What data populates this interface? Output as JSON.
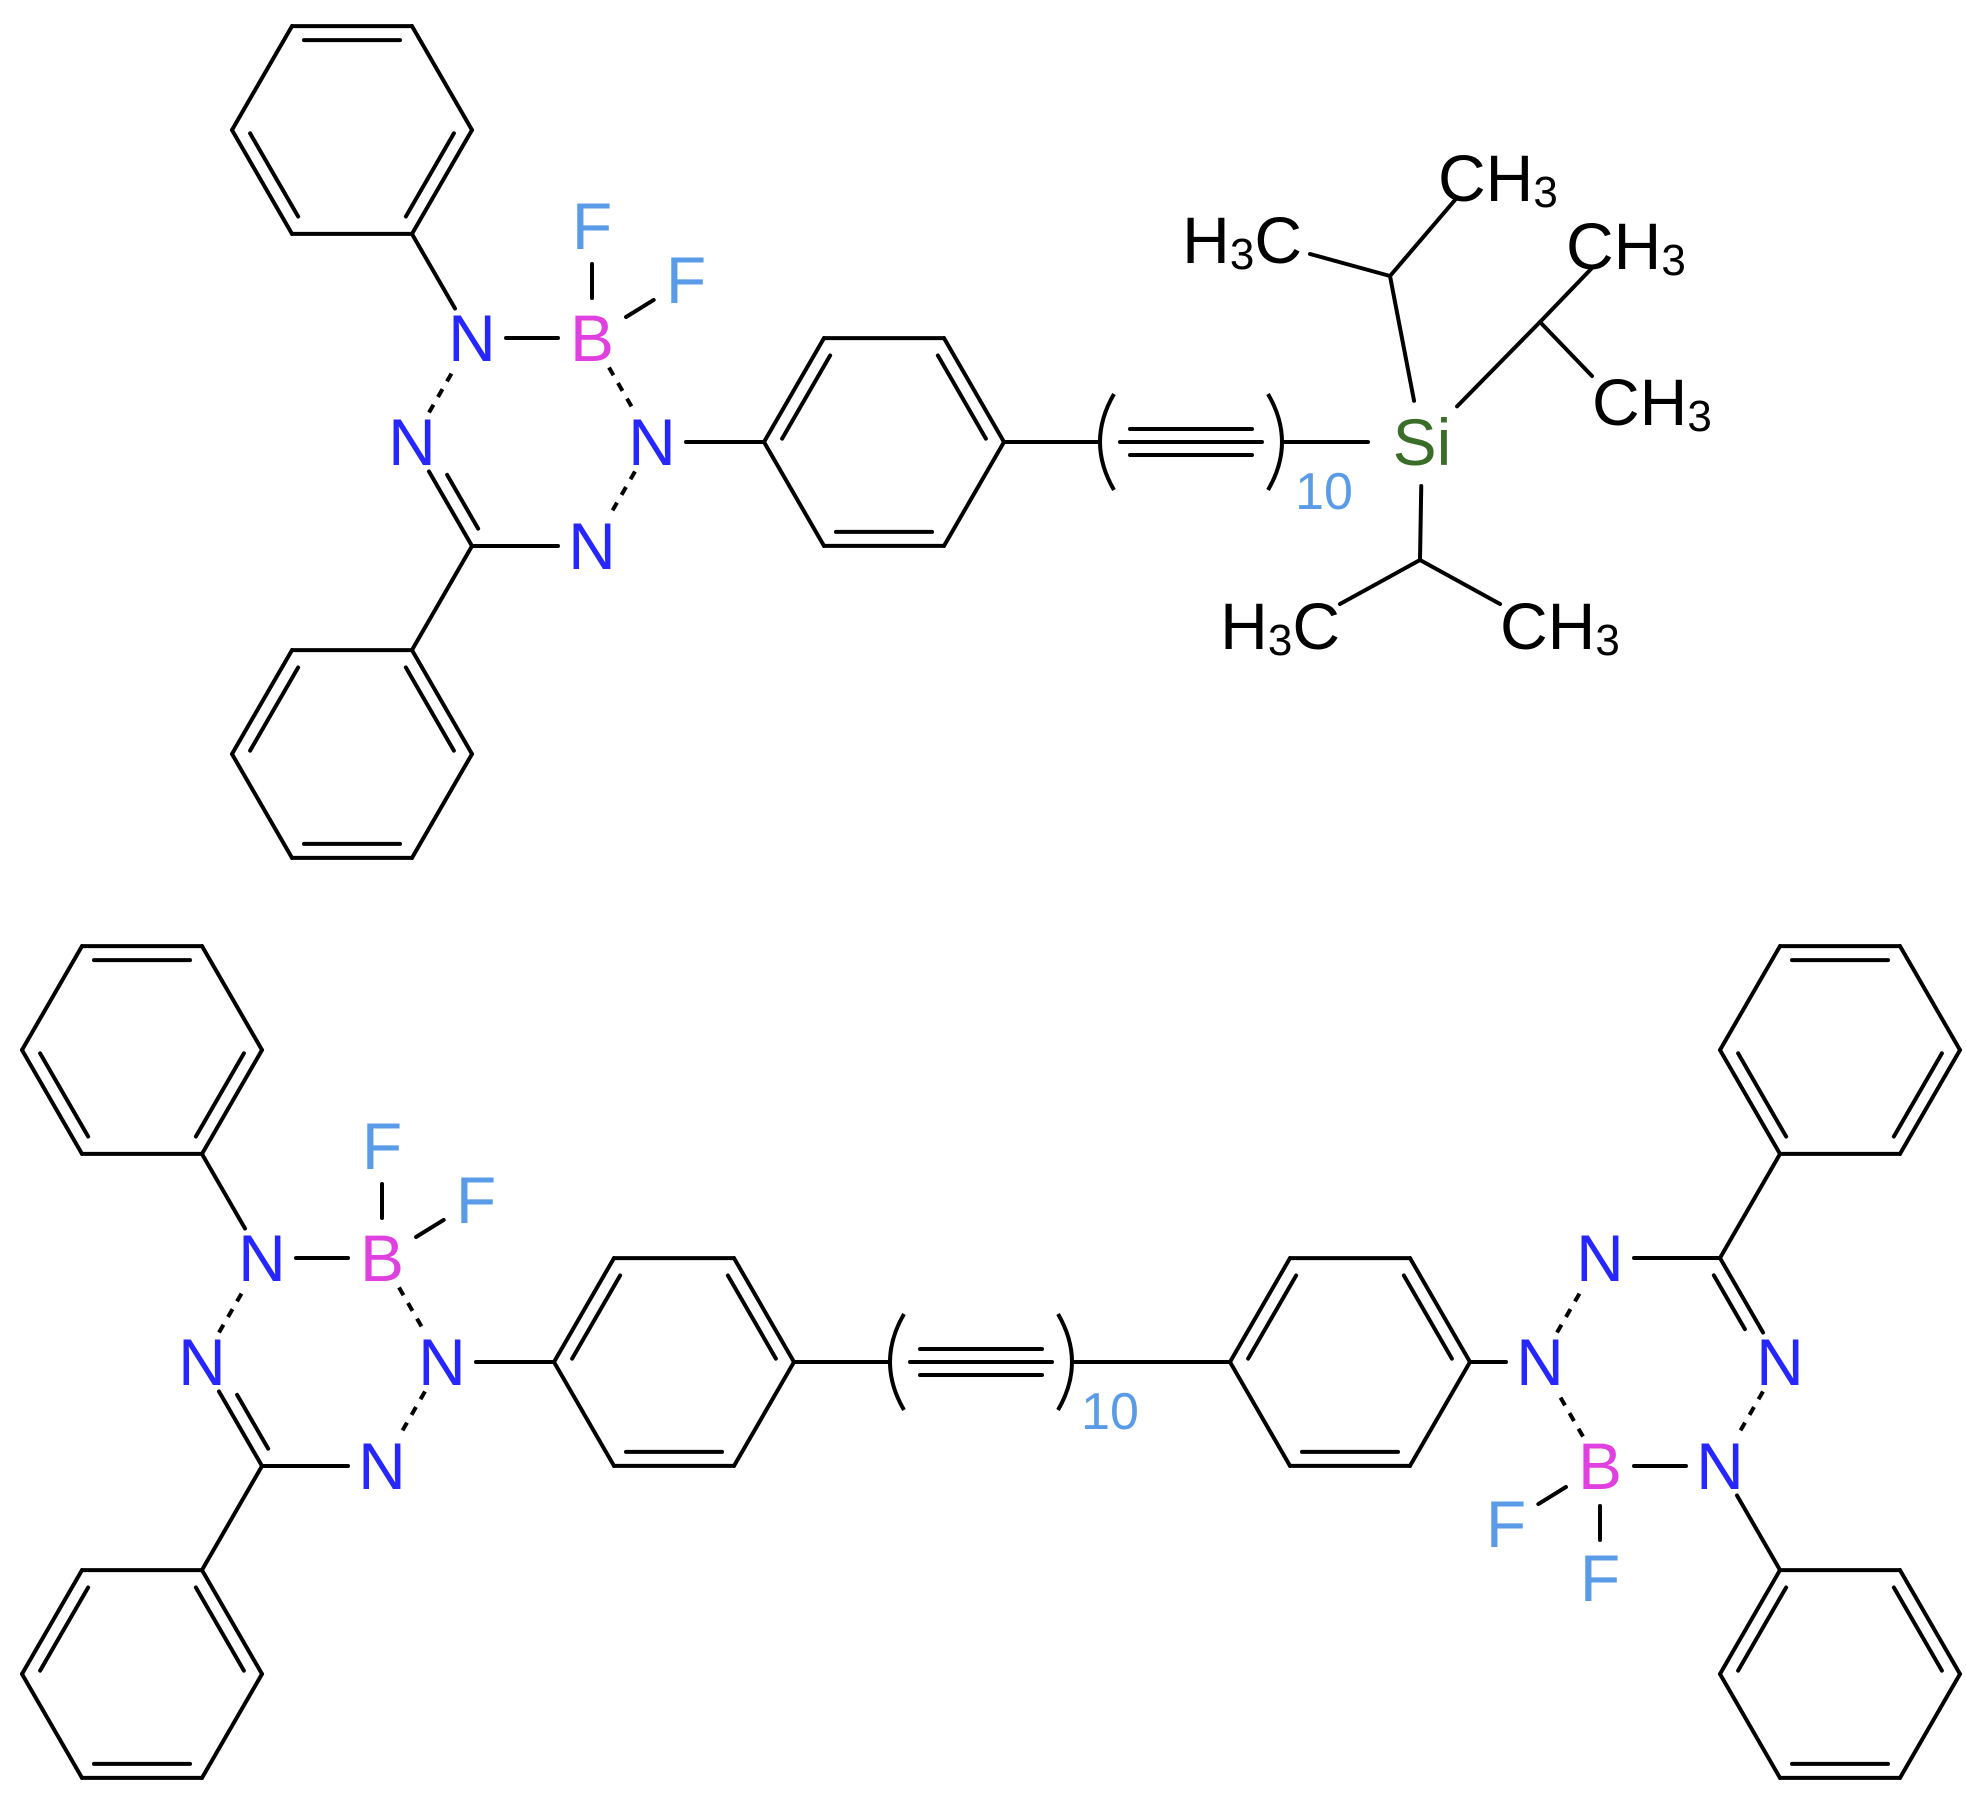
{
  "colors": {
    "bond": "#000000",
    "N": "#2626ff",
    "B": "#e040e0",
    "F": "#5a9be8",
    "Si": "#3a6e28",
    "C": "#000000",
    "repeat_index": "#5a9be8"
  },
  "labels": {
    "N": "N",
    "B": "B",
    "F": "F",
    "Si": "Si",
    "H": "H",
    "C": "C",
    "three": "3",
    "repeat_count": "10"
  },
  "molecules": [
    {
      "name": "tetrazaborinine-phenyl-(ethynyl)10-triisopropylsilane",
      "repeat_unit": "C≡C",
      "repeat_count": "10",
      "end_group": "Si(CH3)2 isopropyl x3"
    },
    {
      "name": "bis(tetrazaborinine-phenyl)-(ethynyl)10",
      "repeat_unit": "C≡C",
      "repeat_count": "10"
    }
  ]
}
